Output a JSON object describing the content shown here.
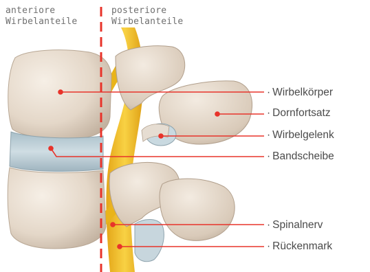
{
  "regions": {
    "anterior": "anteriore\nWirbelanteile",
    "posterior": "posteriore\nWirbelanteile"
  },
  "callouts": [
    {
      "label": "Wirbelkörper"
    },
    {
      "label": "Dornfortsatz"
    },
    {
      "label": "Wirbelgelenk"
    },
    {
      "label": "Bandscheibe"
    },
    {
      "label": "Spinalnerv"
    },
    {
      "label": "Rückenmark"
    }
  ],
  "colors": {
    "pointer": "#e8332a",
    "divider": "#e8332a",
    "bone": "#ece2d6",
    "bone_shadow": "#c9b8a6",
    "disc": "#b9cdd6",
    "nerve": "#f0b818"
  }
}
